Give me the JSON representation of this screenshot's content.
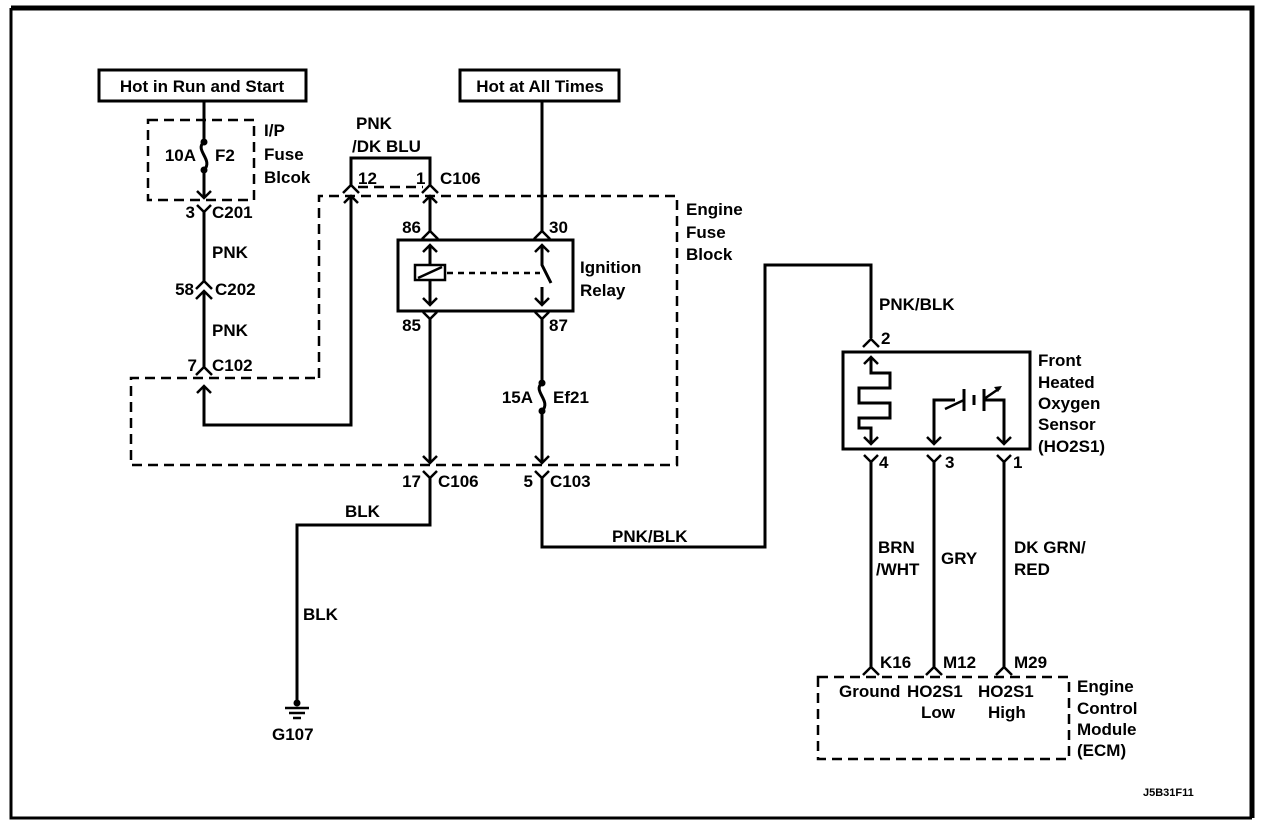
{
  "diagram": {
    "type": "wiring-schematic",
    "power_sources": {
      "hot_run_start": "Hot in Run and Start",
      "hot_all_times": "Hot at All Times"
    },
    "ip_fuse_block": {
      "label": [
        "I/P",
        "Fuse",
        "Blcok"
      ],
      "fuse_rating": "10A",
      "fuse_name": "F2"
    },
    "engine_fuse_block": {
      "label": [
        "Engine",
        "Fuse",
        "Block"
      ],
      "fuse_rating": "15A",
      "fuse_name": "Ef21"
    },
    "ignition_relay": {
      "label": [
        "Ignition",
        "Relay"
      ],
      "pins": {
        "p86": "86",
        "p85": "85",
        "p30": "30",
        "p87": "87"
      }
    },
    "connectors": {
      "c201_pin": "3",
      "c201": "C201",
      "c202_pin": "58",
      "c202": "C202",
      "c102_pin": "7",
      "c102": "C102",
      "c106_top_pin_a": "12",
      "c106_top_pin_b": "1",
      "c106_top": "C106",
      "c106_bot_pin": "17",
      "c106_bot": "C106",
      "c103_pin": "5",
      "c103": "C103"
    },
    "wires": {
      "pnk_1": "PNK",
      "pnk_2": "PNK",
      "pnk_dkblu_1": "PNK",
      "pnk_dkblu_2": "/DK BLU",
      "blk_1": "BLK",
      "blk_2": "BLK",
      "pnk_blk_1": "PNK/BLK",
      "pnk_blk_2": "PNK/BLK",
      "brn_wht_1": "BRN",
      "brn_wht_2": "/WHT",
      "gry": "GRY",
      "dkgrn_red_1": "DK GRN/",
      "dkgrn_red_2": "RED"
    },
    "ground": {
      "label": "G107"
    },
    "o2_sensor": {
      "label": [
        "Front",
        "Heated",
        "Oxygen",
        "Sensor",
        "(HO2S1)"
      ],
      "pins": {
        "p2": "2",
        "p4": "4",
        "p3": "3",
        "p1": "1"
      }
    },
    "ecm": {
      "label": [
        "Engine",
        "Control",
        "Module",
        "(ECM)"
      ],
      "pins": {
        "k16": "K16",
        "m12": "M12",
        "m29": "M29"
      },
      "terminals": {
        "ground": "Ground",
        "low_1": "HO2S1",
        "low_2": "Low",
        "high_1": "HO2S1",
        "high_2": "High"
      }
    },
    "figure_id": "J5B31F11"
  }
}
